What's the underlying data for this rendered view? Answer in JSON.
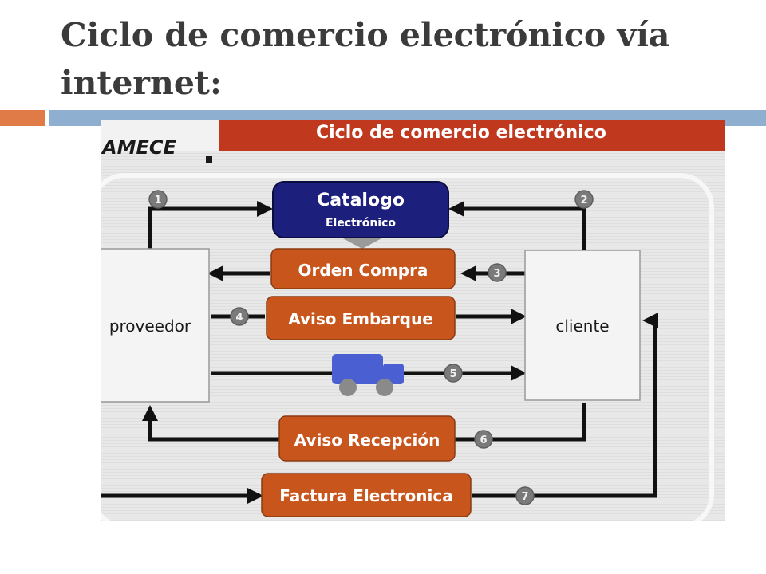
{
  "slide": {
    "title": "Ciclo de comercio electrónico vía internet:"
  },
  "diagram": {
    "header_title": "Ciclo de comercio electrónico",
    "logo_text": "AMECE",
    "nodes": {
      "proveedor": "proveedor",
      "cliente": "cliente",
      "catalogo_line1": "Catalogo",
      "catalogo_line2": "Electrónico",
      "orden_compra": "Orden Compra",
      "aviso_embarque": "Aviso Embarque",
      "aviso_recepcion": "Aviso Recepción",
      "factura_electronica": "Factura Electronica"
    },
    "steps": [
      "1",
      "2",
      "3",
      "4",
      "5",
      "6",
      "7"
    ],
    "colors": {
      "accent_orange": "#e07a46",
      "accent_blue": "#8eafcf",
      "header_red": "#c0391f",
      "process_orange": "#c8561c",
      "catalog_navy": "#1d1f7c",
      "truck_blue": "#4a5fd2"
    }
  }
}
